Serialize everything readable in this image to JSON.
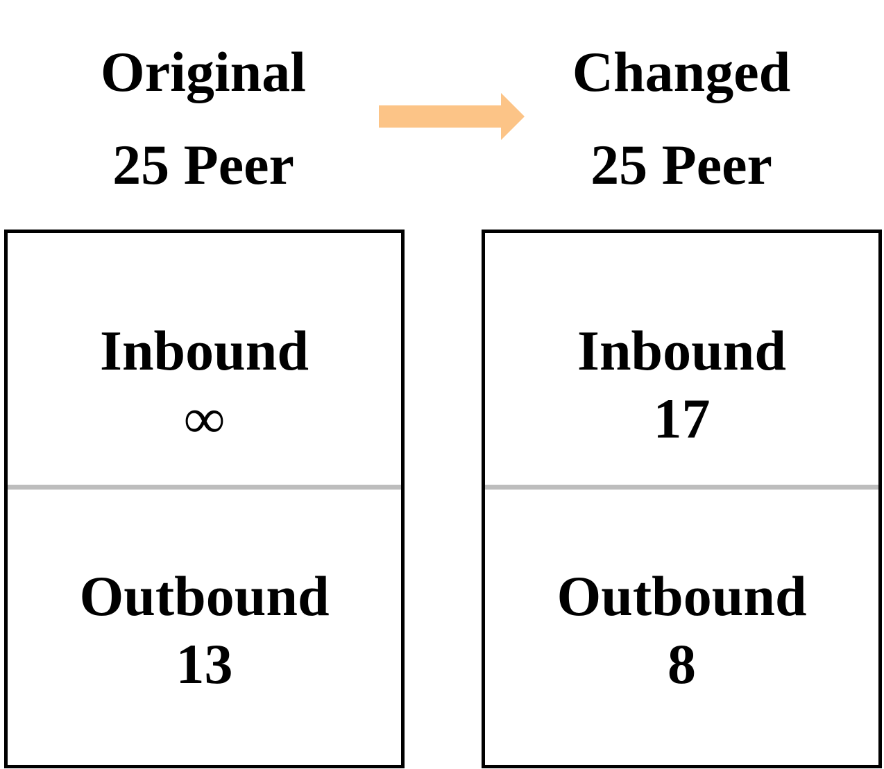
{
  "original": {
    "title": "Original",
    "subtitle": "25 Peer",
    "inbound_label": "Inbound",
    "inbound_value": "∞",
    "outbound_label": "Outbound",
    "outbound_value": "13"
  },
  "changed": {
    "title": "Changed",
    "subtitle": "25 Peer",
    "inbound_label": "Inbound",
    "inbound_value": "17",
    "outbound_label": "Outbound",
    "outbound_value": "8"
  },
  "colors": {
    "arrow": "#FCC487",
    "divider": "#BDBDBD",
    "border": "#000000"
  },
  "icons": {
    "transition": "arrow-right-icon"
  }
}
